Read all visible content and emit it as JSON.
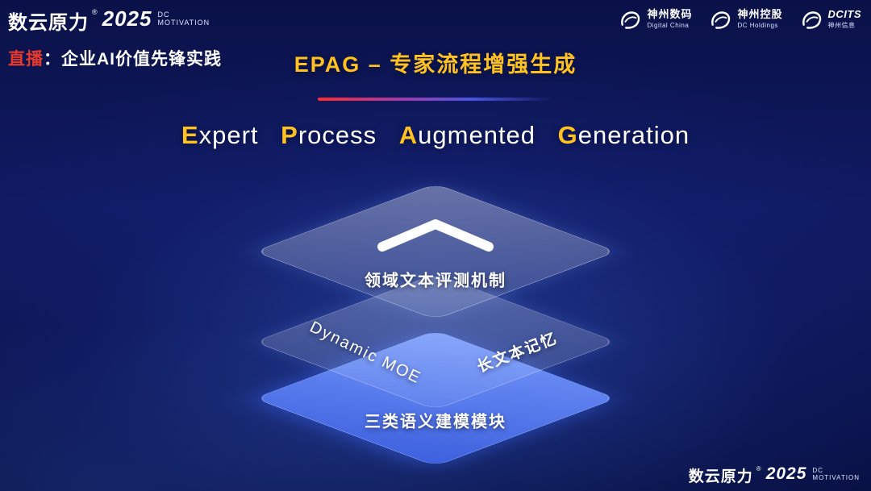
{
  "brand": {
    "name": "数云原力",
    "reg": "®",
    "year": "2025",
    "dc": "DC",
    "motivation": "MOTIVATION"
  },
  "header": {
    "live_prefix": "直播",
    "live_rest": "：企业AI价值先锋实践",
    "title": "EPAG – 专家流程增强生成"
  },
  "subtitle": {
    "words": [
      {
        "initial": "E",
        "rest": "xpert"
      },
      {
        "initial": "P",
        "rest": "rocess"
      },
      {
        "initial": "A",
        "rest": "ugmented"
      },
      {
        "initial": "G",
        "rest": "eneration"
      }
    ]
  },
  "partners": [
    {
      "cn": "神州数码",
      "en": "Digital China"
    },
    {
      "cn": "神州控股",
      "en": "DC Holdings"
    },
    {
      "cn": "DCITS",
      "en": "神州信息"
    }
  ],
  "diagram": {
    "top_layer_label": "领域文本评测机制",
    "middle_left_label": "Dynamic  MOE",
    "middle_right_label": "长文本记忆",
    "bottom_layer_label": "三类语义建模模块"
  },
  "colors": {
    "gold": "#ffc220",
    "live_red": "#e8392d",
    "layer_blue": "#4d74ec",
    "background_navy": "#0c1552"
  }
}
